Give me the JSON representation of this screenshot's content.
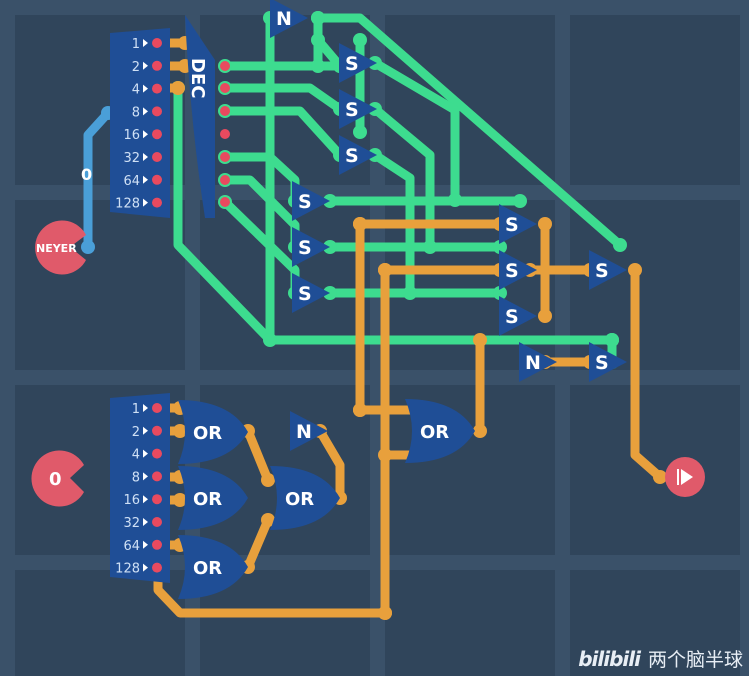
{
  "colors": {
    "background": "#3a5169",
    "tile": "#30455b",
    "green_wire": "#3ddc8f",
    "orange_wire": "#e8a03c",
    "blue_wire": "#4a9fd8",
    "component": "#1f4e96",
    "input_red": "#e05a6a"
  },
  "top_splitter": {
    "pins": [
      "1",
      "2",
      "4",
      "8",
      "16",
      "32",
      "64",
      "128"
    ]
  },
  "decoder": {
    "label": "DEC"
  },
  "never_input": {
    "label": "NEYER"
  },
  "wire_label": "0",
  "bottom_splitter": {
    "pins": [
      "1",
      "2",
      "4",
      "8",
      "16",
      "32",
      "64",
      "128"
    ]
  },
  "byte_input": {
    "label": "0"
  },
  "gates": {
    "not": "N",
    "switch": "S",
    "or": "OR"
  },
  "output": {
    "icon": "play-arrow-icon"
  },
  "watermark": {
    "logo": "bilibili",
    "author": "两个脑半球"
  }
}
